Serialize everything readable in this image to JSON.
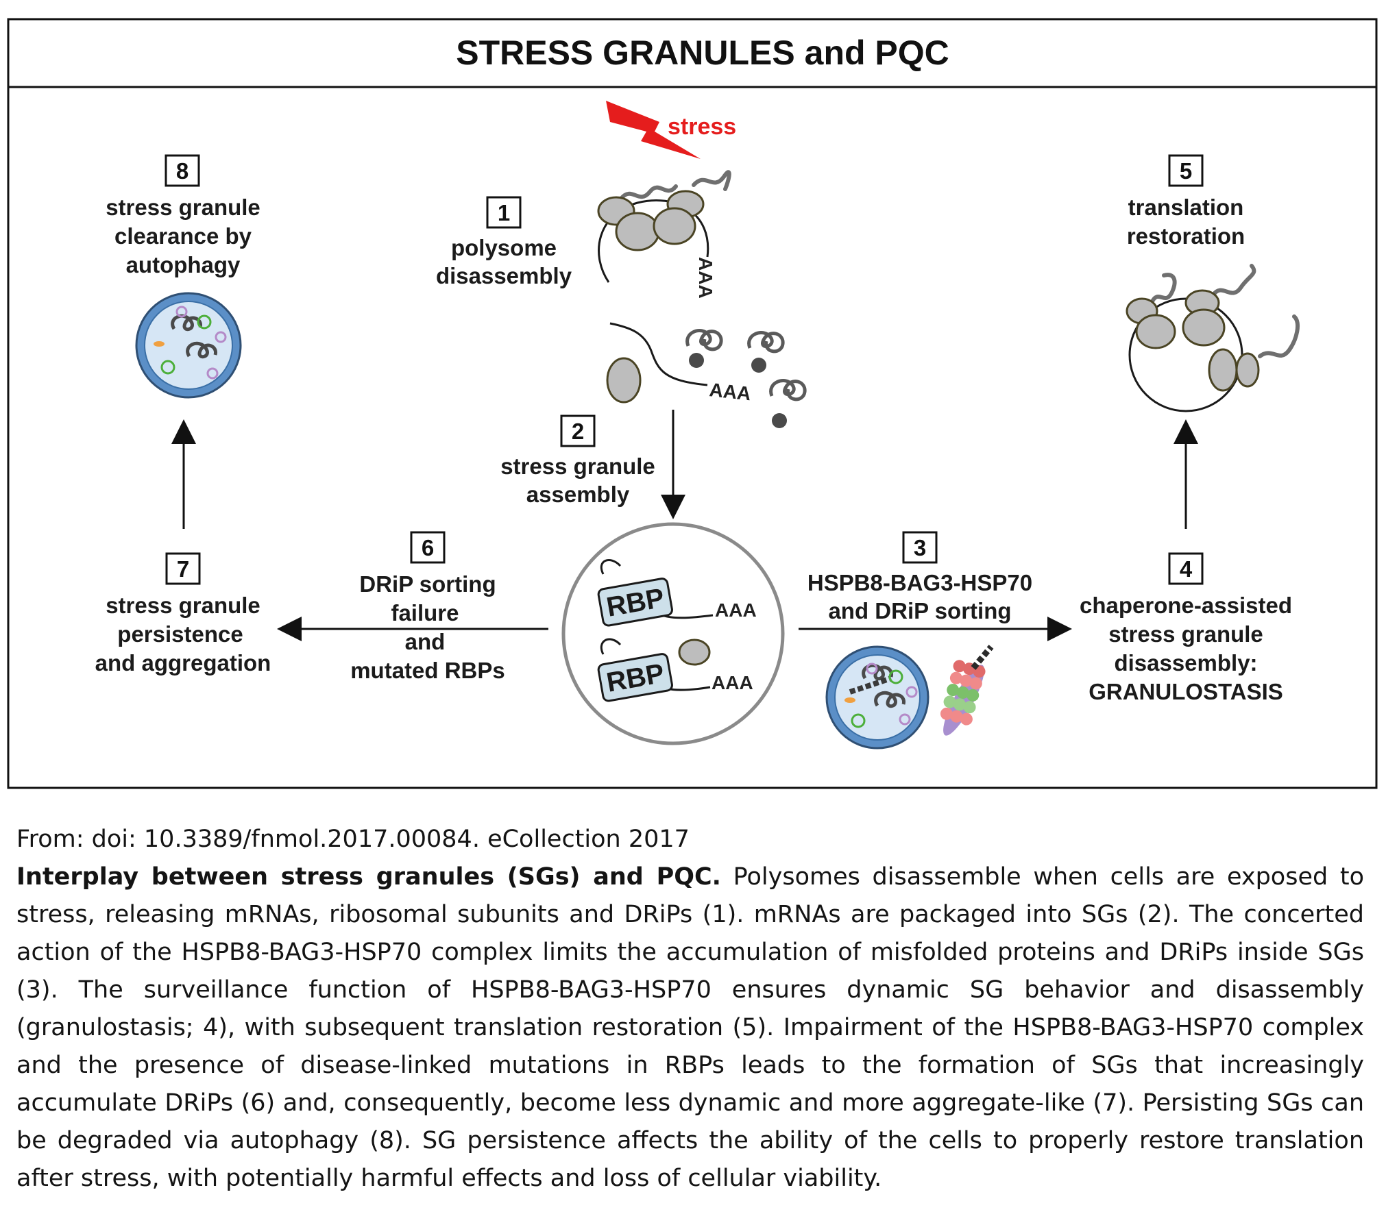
{
  "figure": {
    "title": "STRESS GRANULES and PQC",
    "stress_label": "stress",
    "steps": [
      {
        "number": "1",
        "lines": [
          "polysome",
          "disassembly"
        ]
      },
      {
        "number": "2",
        "lines": [
          "stress granule",
          "assembly"
        ]
      },
      {
        "number": "3",
        "lines": [
          "HSPB8-BAG3-HSP70",
          "and DRiP sorting"
        ]
      },
      {
        "number": "4",
        "lines": [
          "chaperone-assisted",
          "stress granule",
          "disassembly:",
          "GRANULOSTASIS"
        ]
      },
      {
        "number": "5",
        "lines": [
          "translation",
          "restoration"
        ]
      },
      {
        "number": "6",
        "lines": [
          "DRiP sorting",
          "failure",
          "and",
          "mutated RBPs"
        ]
      },
      {
        "number": "7",
        "lines": [
          "stress granule",
          "persistence",
          "and aggregation"
        ]
      },
      {
        "number": "8",
        "lines": [
          "stress granule",
          "clearance by",
          "autophagy"
        ]
      }
    ],
    "mrna_tail": "AAA",
    "rbp_label": "RBP",
    "colors": {
      "stress": "#e51d1d",
      "ribosome_fill": "#bdbdbd",
      "ribosome_stroke": "#4a4424",
      "autophagosome_outer": "#5b8fc7",
      "autophagosome_inner": "#d6e6f5",
      "rbp_fill": "#cde0ea",
      "granule_stroke": "#8a8a8a"
    }
  },
  "caption": {
    "source": "From: doi: 10.3389/fnmol.2017.00084. eCollection 2017",
    "heading": "Interplay between stress granules (SGs) and PQC.",
    "body": " Polysomes disassemble when cells are exposed to stress, releasing mRNAs, ribosomal subunits and DRiPs (1). mRNAs are packaged into SGs (2). The concerted action of the HSPB8-BAG3-HSP70 complex limits the accumulation of misfolded proteins and DRiPs inside SGs (3). The surveillance function of HSPB8-BAG3-HSP70 ensures dynamic SG behavior and disassembly (granulostasis; 4), with subsequent translation restoration (5). Impairment of the HSPB8-BAG3-HSP70 complex and the presence of disease-linked mutations in RBPs leads to the formation of SGs that increasingly accumulate DRiPs (6) and, consequently, become less dynamic and more aggregate-like (7). Persisting SGs can be degraded via autophagy (8). SG persistence affects the ability of the cells to properly restore translation after stress, with potentially harmful effects and loss of cellular viability."
  }
}
